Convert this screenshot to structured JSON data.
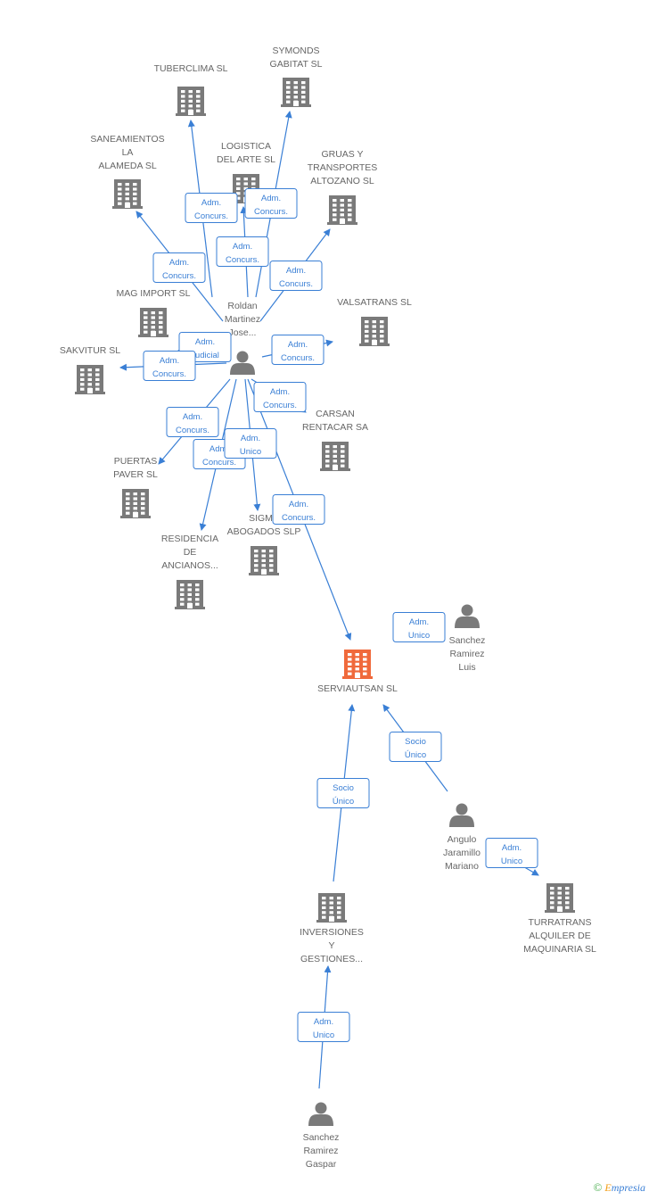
{
  "colors": {
    "edge": "#3a7fd5",
    "node": "#7a7a7a",
    "focus": "#f06a3c",
    "label": "#666666"
  },
  "nodes": [
    {
      "id": "tuberclima",
      "kind": "company",
      "lines": [
        "TUBERCLIMA SL"
      ]
    },
    {
      "id": "symonds",
      "kind": "company",
      "lines": [
        "SYMONDS",
        "GABITAT SL"
      ]
    },
    {
      "id": "saneamientos",
      "kind": "company",
      "lines": [
        "SANEAMIENTOS",
        "LA",
        "ALAMEDA SL"
      ]
    },
    {
      "id": "logistica",
      "kind": "company",
      "lines": [
        "LOGISTICA",
        "DEL ARTE SL"
      ]
    },
    {
      "id": "gruas",
      "kind": "company",
      "lines": [
        "GRUAS Y",
        "TRANSPORTES",
        "ALTOZANO SL"
      ]
    },
    {
      "id": "magimport",
      "kind": "company",
      "lines": [
        "MAG IMPORT SL"
      ]
    },
    {
      "id": "valsatrans",
      "kind": "company",
      "lines": [
        "VALSATRANS SL"
      ]
    },
    {
      "id": "sakvitur",
      "kind": "company",
      "lines": [
        "SAKVITUR SL"
      ]
    },
    {
      "id": "roldan",
      "kind": "person",
      "lines": [
        "Roldan",
        "Martinez",
        "Jose..."
      ]
    },
    {
      "id": "carsan",
      "kind": "company",
      "lines": [
        "CARSAN",
        "RENTACAR SA"
      ]
    },
    {
      "id": "puertas",
      "kind": "company",
      "lines": [
        "PUERTAS",
        "PAVER SL"
      ]
    },
    {
      "id": "sigma",
      "kind": "company",
      "lines": [
        "SIGMA",
        "ABOGADOS SLP"
      ]
    },
    {
      "id": "residencia",
      "kind": "company",
      "lines": [
        "RESIDENCIA",
        "DE",
        "ANCIANOS..."
      ]
    },
    {
      "id": "serviautsan",
      "kind": "focus",
      "lines": [
        "SERVIAUTSAN SL"
      ]
    },
    {
      "id": "sanchezluis",
      "kind": "person",
      "lines": [
        "Sanchez",
        "Ramirez",
        "Luis"
      ]
    },
    {
      "id": "angulo",
      "kind": "person",
      "lines": [
        "Angulo",
        "Jaramillo",
        "Mariano"
      ]
    },
    {
      "id": "inversiones",
      "kind": "company",
      "lines": [
        "INVERSIONES",
        "Y",
        "GESTIONES..."
      ]
    },
    {
      "id": "turratrans",
      "kind": "company",
      "lines": [
        "TURRATRANS",
        "ALQUILER DE",
        "MAQUINARIA SL"
      ]
    },
    {
      "id": "sanchezgaspar",
      "kind": "person",
      "lines": [
        "Sanchez",
        "Ramirez",
        "Gaspar"
      ]
    }
  ],
  "edges": [
    {
      "from": "roldan",
      "to": "tuberclima",
      "label": [
        "Adm.",
        "Concurs."
      ]
    },
    {
      "from": "roldan",
      "to": "symonds",
      "label": [
        "Adm.",
        "Concurs."
      ]
    },
    {
      "from": "roldan",
      "to": "saneamientos",
      "label": [
        "Adm.",
        "Concurs."
      ]
    },
    {
      "from": "roldan",
      "to": "logistica",
      "label": [
        "Adm.",
        "Concurs."
      ]
    },
    {
      "from": "roldan",
      "to": "gruas",
      "label": [
        "Adm.",
        "Concurs."
      ]
    },
    {
      "from": "roldan",
      "to": "magimport",
      "label": [
        "Adm.",
        "Judicial"
      ]
    },
    {
      "from": "roldan",
      "to": "valsatrans",
      "label": [
        "Adm.",
        "Concurs."
      ]
    },
    {
      "from": "roldan",
      "to": "sakvitur",
      "label": [
        "Adm.",
        "Concurs."
      ]
    },
    {
      "from": "roldan",
      "to": "carsan",
      "label": [
        "Adm.",
        "Concurs."
      ]
    },
    {
      "from": "roldan",
      "to": "puertas",
      "label": [
        "Adm.",
        "Concurs."
      ]
    },
    {
      "from": "roldan",
      "to": "residencia",
      "label": [
        "Adm.",
        "Concurs."
      ]
    },
    {
      "from": "roldan",
      "to": "sigma",
      "label": [
        "Adm.",
        "Unico"
      ]
    },
    {
      "from": "roldan",
      "to": "serviautsan",
      "label": [
        "Adm.",
        "Concurs."
      ]
    },
    {
      "from": "sanchezluis",
      "to": "serviautsan",
      "label": [
        "Adm.",
        "Unico"
      ]
    },
    {
      "from": "angulo",
      "to": "serviautsan",
      "label": [
        "Socio",
        "Único"
      ]
    },
    {
      "from": "inversiones",
      "to": "serviautsan",
      "label": [
        "Socio",
        "Único"
      ]
    },
    {
      "from": "angulo",
      "to": "turratrans",
      "label": [
        "Adm.",
        "Unico"
      ]
    },
    {
      "from": "sanchezgaspar",
      "to": "inversiones",
      "label": [
        "Adm.",
        "Unico"
      ]
    }
  ],
  "credit": {
    "symbol": "©",
    "brand_initial": "E",
    "brand_rest": "mpresia"
  }
}
